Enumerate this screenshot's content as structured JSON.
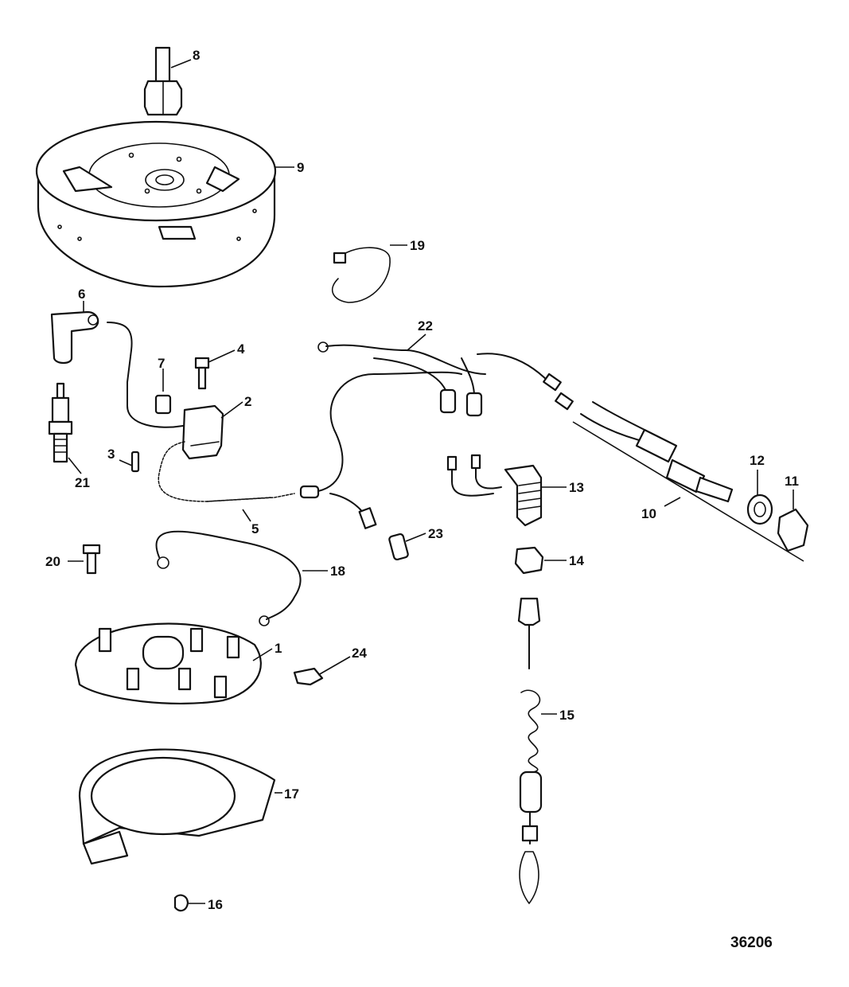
{
  "figure_number": "36206",
  "callouts": [
    "1",
    "2",
    "3",
    "4",
    "5",
    "6",
    "7",
    "8",
    "9",
    "10",
    "11",
    "12",
    "13",
    "14",
    "15",
    "16",
    "17",
    "18",
    "19",
    "20",
    "21",
    "22",
    "23",
    "24"
  ]
}
